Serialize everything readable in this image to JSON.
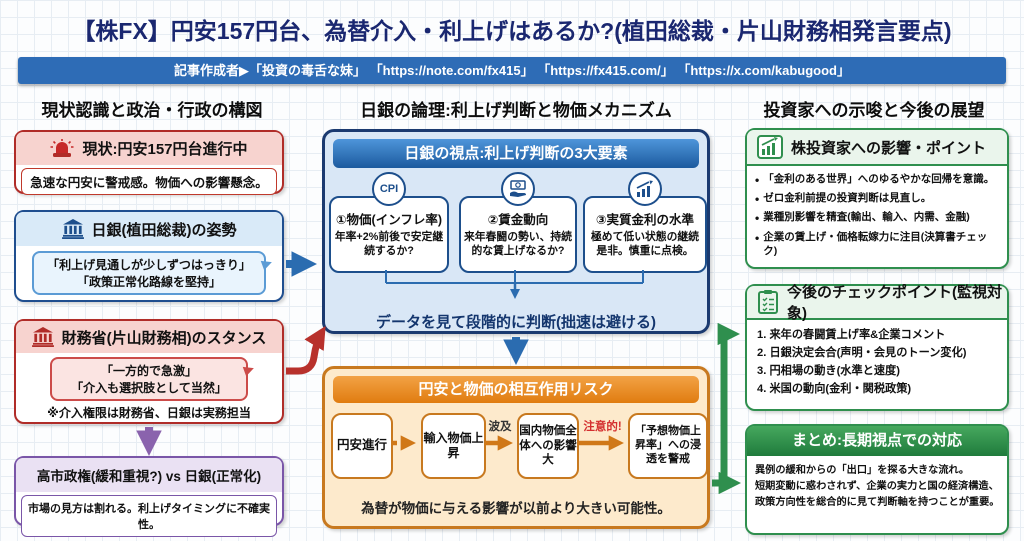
{
  "title": "【株FX】円安157円台、為替介入・利上げはあるか?(植田総裁・片山財務相発言要点)",
  "byline": "記事作成者▶「投資の毒舌な妹」 「https://note.com/fx415」 「https://fx415.com/」 「https://x.com/kabugood」",
  "left": {
    "header": "現状認識と政治・行政の構図",
    "status": {
      "title": "現状:円安157円台進行中",
      "body": "急速な円安に警戒感。物価への影響懸念。"
    },
    "boj": {
      "title": "日銀(植田総裁)の姿勢",
      "quote1": "「利上げ見通しが少しずつはっきり」",
      "quote2": "「政策正常化路線を堅持」"
    },
    "mof": {
      "title": "財務省(片山財務相)のスタンス",
      "quote1": "「一方的で急激」",
      "quote2": "「介入も選択肢として当然」",
      "note": "※介入権限は財務省、日銀は実務担当"
    },
    "conflict": {
      "title": "高市政権(緩和重視?) vs 日銀(正常化)",
      "body": "市場の見方は割れる。利上げタイミングに不確実性。"
    }
  },
  "middle": {
    "header": "日銀の論理:利上げ判断と物価メカニズム",
    "view": {
      "title": "日銀の視点:利上げ判断の3大要素",
      "factors": [
        {
          "badge": "CPI",
          "title": "①物価(インフレ率)",
          "body": "年率+2%前後で安定継続するか?"
        },
        {
          "icon": "wage-icon",
          "title": "②賃金動向",
          "body": "来年春闘の勢い、持続的な賃上げなるか?"
        },
        {
          "icon": "rate-icon",
          "title": "③実質金利の水準",
          "body": "極めて低い状態の継続是非。慎重に点検。"
        }
      ],
      "footer": "データを見て段階的に判断(拙速は避ける)"
    },
    "risk": {
      "title": "円安と物価の相互作用リスク",
      "flow": [
        "円安進行",
        "輸入物価上昇",
        "国内物価全体への影響大",
        "「予想物価上昇率」への浸透を警戒"
      ],
      "label_spread": "波及",
      "label_caution": "注意的!",
      "footer": "為替が物価に与える影響が以前より大きい可能性。"
    }
  },
  "right": {
    "header": "投資家への示唆と今後の展望",
    "impact": {
      "title": "株投資家への影響・ポイント",
      "bullets": [
        "「金利のある世界」へのゆるやかな回帰を意識。",
        "ゼロ金利前提の投資判断は見直し。",
        "業種別影響を精査(輸出、輸入、内需、金融)",
        "企業の賃上げ・価格転嫁力に注目(決算書チェック)"
      ]
    },
    "checkpoints": {
      "title": "今後のチェックポイント(監視対象)",
      "items": [
        "1. 来年の春闘賃上げ率&企業コメント",
        "2. 日銀決定会合(声明・会見のトーン変化)",
        "3. 円相場の動き(水準と速度)",
        "4. 米国の動向(金利・関税政策)"
      ]
    },
    "summary": {
      "title": "まとめ:長期視点での対応",
      "lines": [
        "異例の緩和からの「出口」を探る大きな流れ。",
        "短期変動に惑わされず、企業の実力と国の経済構造、",
        "政策方向性を総合的に見て判断軸を持つことが重要。"
      ]
    }
  },
  "colors": {
    "banner_blue": "#2e6cb6",
    "title_navy": "#1a2770",
    "red": "#b02c28",
    "blue": "#1f4e8f",
    "purple": "#7a56a8",
    "orange": "#c8791f",
    "green": "#2f8f4e",
    "caution_red": "#d42f2f"
  }
}
